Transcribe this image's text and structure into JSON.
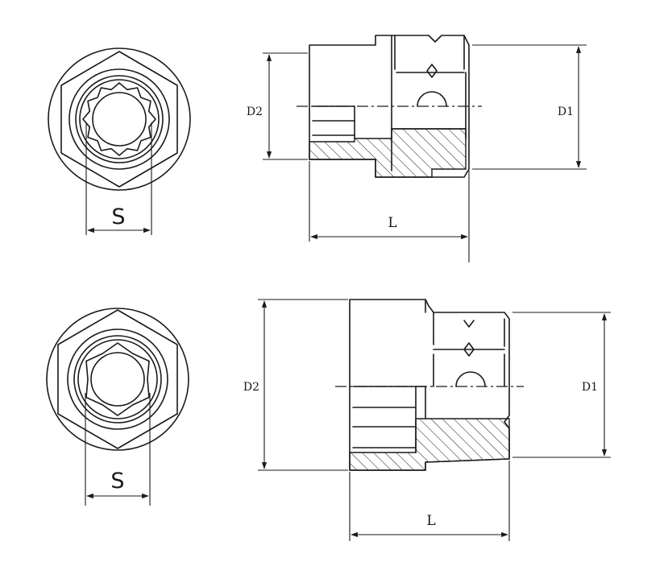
{
  "labels": {
    "top": {
      "s": "S",
      "d2": "D2",
      "d1": "D1",
      "l": "L"
    },
    "bottom": {
      "s": "S",
      "d2": "D2",
      "d1": "D1",
      "l": "L"
    }
  },
  "colors": {
    "line": "#1a1a1a",
    "background": "#ffffff"
  }
}
